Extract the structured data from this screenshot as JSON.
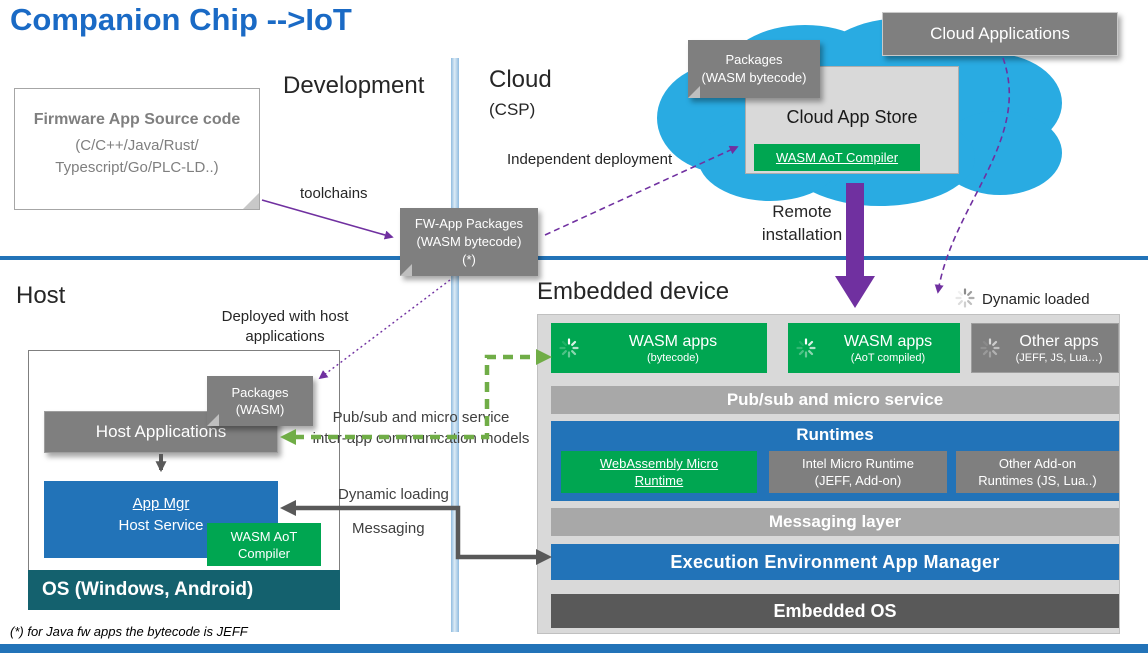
{
  "title": "Companion Chip -->IoT",
  "sections": {
    "development": "Development",
    "cloud": "Cloud",
    "cloud_csp": "(CSP)",
    "host": "Host",
    "embedded_device": "Embedded device"
  },
  "firmware_box": {
    "title": "Firmware App Source code",
    "lang_line1": "(C/C++/Java/Rust/",
    "lang_line2": "Typescript/Go/PLC-LD..)"
  },
  "fw_app_packages": {
    "line1": "FW-App Packages",
    "line2": "(WASM bytecode)",
    "line3": "(*)"
  },
  "cloud_area": {
    "cloud_applications": "Cloud Applications",
    "packages_line1": "Packages",
    "packages_line2": "(WASM bytecode)",
    "app_store": "Cloud App Store",
    "aot_compiler": "WASM AoT Compiler"
  },
  "annotations": {
    "toolchains": "toolchains",
    "independent_deployment": "Independent deployment",
    "remote_line1": "Remote",
    "remote_line2": "installation",
    "deployed_line1": "Deployed with host",
    "deployed_line2": "applications",
    "pubsub_line1": "Pub/sub and micro service",
    "pubsub_line2": "inter-app communication models",
    "dynamic_loading": "Dynamic loading",
    "messaging": "Messaging",
    "dynamic_loaded": "Dynamic loaded",
    "footnote": "(*) for Java fw apps the bytecode is JEFF"
  },
  "host_area": {
    "packages_line1": "Packages",
    "packages_line2": "(WASM)",
    "host_applications": "Host Applications",
    "app_mgr_line1": "App Mgr",
    "app_mgr_line2": "Host Service",
    "aot_line1": "WASM AoT",
    "aot_line2": "Compiler",
    "os_bar": "OS (Windows, Android)"
  },
  "embedded": {
    "apps": [
      {
        "title": "WASM apps",
        "subtitle": "(bytecode)"
      },
      {
        "title": "WASM apps",
        "subtitle": "(AoT compiled)"
      },
      {
        "title": "Other apps",
        "subtitle": "(JEFF, JS, Lua…)"
      }
    ],
    "pubsub_bar": "Pub/sub and micro service",
    "runtimes_title": "Runtimes",
    "runtimes": [
      {
        "line1": "WebAssembly Micro",
        "line2": "Runtime"
      },
      {
        "line1": "Intel Micro Runtime",
        "line2": "(JEFF, Add-on)"
      },
      {
        "line1": "Other Add-on",
        "line2": "Runtimes (JS, Lua..)"
      }
    ],
    "messaging_bar": "Messaging layer",
    "execution_bar": "Execution Environment App Manager",
    "os_bar": "Embedded OS"
  },
  "colors": {
    "title_blue": "#1A6AC5",
    "steel_blue": "#2273B8",
    "green": "#00A651",
    "gray_box": "#7F7F7F",
    "light_gray_panel": "#D9D9D9",
    "bar_gray": "#A8A8A8",
    "dark_gray": "#595959",
    "os_teal": "#14616E",
    "cloud_blue": "#29ABE2",
    "purple": "#7030A0",
    "arrow_green": "#70AD47"
  }
}
